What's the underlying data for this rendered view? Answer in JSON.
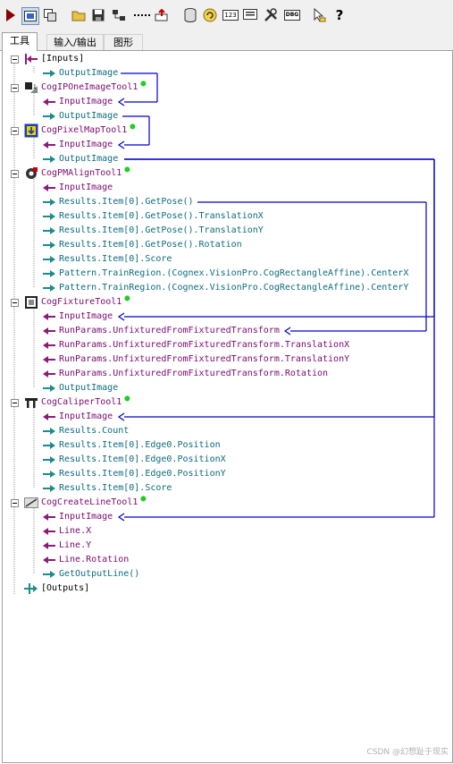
{
  "toolbar": {
    "buttons": [
      {
        "name": "run-icon"
      },
      {
        "name": "toggle-view-icon"
      },
      {
        "name": "step-icon"
      },
      {
        "name": "open-folder-icon"
      },
      {
        "name": "save-icon"
      },
      {
        "name": "network-icon"
      },
      {
        "name": "dots-icon"
      },
      {
        "name": "export-icon"
      },
      {
        "name": "database-icon"
      },
      {
        "name": "refresh-icon"
      },
      {
        "name": "numbers-icon"
      },
      {
        "name": "display-icon"
      },
      {
        "name": "tools-icon"
      },
      {
        "name": "debug-icon"
      },
      {
        "name": "pointer-icon"
      },
      {
        "name": "help-icon"
      }
    ],
    "help_glyph": "?",
    "numbers_glyph": "123",
    "debug_glyph": "DBG"
  },
  "tabs": [
    {
      "label": "工具",
      "active": true
    },
    {
      "label": "输入/输出",
      "active": false
    },
    {
      "label": "图形",
      "active": false
    }
  ],
  "tree": [
    {
      "label": "[Inputs]",
      "kind": "root"
    },
    {
      "label": "OutputImage",
      "kind": "out"
    },
    {
      "label": "CogIPOneImageTool1",
      "kind": "tool"
    },
    {
      "label": "InputImage",
      "kind": "in"
    },
    {
      "label": "OutputImage",
      "kind": "out"
    },
    {
      "label": "CogPixelMapTool1",
      "kind": "tool"
    },
    {
      "label": "InputImage",
      "kind": "in"
    },
    {
      "label": "OutputImage",
      "kind": "out"
    },
    {
      "label": "CogPMAlignTool1",
      "kind": "tool"
    },
    {
      "label": "InputImage",
      "kind": "in"
    },
    {
      "label": "Results.Item[0].GetPose()",
      "kind": "out"
    },
    {
      "label": "Results.Item[0].GetPose().TranslationX",
      "kind": "out"
    },
    {
      "label": "Results.Item[0].GetPose().TranslationY",
      "kind": "out"
    },
    {
      "label": "Results.Item[0].GetPose().Rotation",
      "kind": "out"
    },
    {
      "label": "Results.Item[0].Score",
      "kind": "out"
    },
    {
      "label": "Pattern.TrainRegion.(Cognex.VisionPro.CogRectangleAffine).CenterX",
      "kind": "out"
    },
    {
      "label": "Pattern.TrainRegion.(Cognex.VisionPro.CogRectangleAffine).CenterY",
      "kind": "out"
    },
    {
      "label": "CogFixtureTool1",
      "kind": "tool"
    },
    {
      "label": "InputImage",
      "kind": "in"
    },
    {
      "label": "RunParams.UnfixturedFromFixturedTransform",
      "kind": "in"
    },
    {
      "label": "RunParams.UnfixturedFromFixturedTransform.TranslationX",
      "kind": "in"
    },
    {
      "label": "RunParams.UnfixturedFromFixturedTransform.TranslationY",
      "kind": "in"
    },
    {
      "label": "RunParams.UnfixturedFromFixturedTransform.Rotation",
      "kind": "in"
    },
    {
      "label": "OutputImage",
      "kind": "out"
    },
    {
      "label": "CogCaliperTool1",
      "kind": "tool"
    },
    {
      "label": "InputImage",
      "kind": "in"
    },
    {
      "label": "Results.Count",
      "kind": "out"
    },
    {
      "label": "Results.Item[0].Edge0.Position",
      "kind": "out"
    },
    {
      "label": "Results.Item[0].Edge0.PositionX",
      "kind": "out"
    },
    {
      "label": "Results.Item[0].Edge0.PositionY",
      "kind": "out"
    },
    {
      "label": "Results.Item[0].Score",
      "kind": "out"
    },
    {
      "label": "CogCreateLineTool1",
      "kind": "tool"
    },
    {
      "label": "InputImage",
      "kind": "in"
    },
    {
      "label": "Line.X",
      "kind": "in"
    },
    {
      "label": "Line.Y",
      "kind": "in"
    },
    {
      "label": "Line.Rotation",
      "kind": "in"
    },
    {
      "label": "GetOutputLine()",
      "kind": "out"
    },
    {
      "label": "[Outputs]",
      "kind": "root"
    }
  ],
  "colors": {
    "out_arrow": "#1d8b8b",
    "in_arrow": "#8b1a7a",
    "link_line": "#0000cc",
    "status_ok": "#22cc22"
  },
  "watermark": "CSDN @幻想趾于现实"
}
